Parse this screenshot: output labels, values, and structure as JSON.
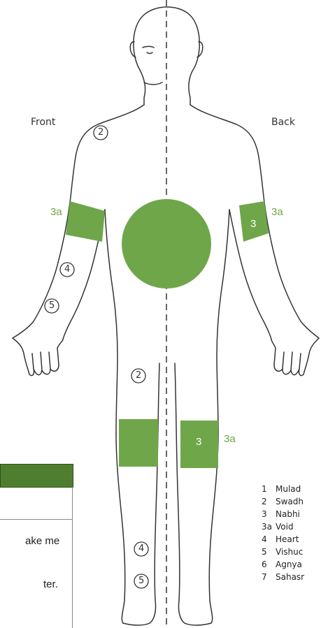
{
  "view_labels": {
    "front": "Front",
    "back": "Back"
  },
  "markers": {
    "front_shoulder": "2",
    "front_forearm_upper": "4",
    "front_forearm_lower": "5",
    "front_thigh": "2",
    "front_shin_upper": "4",
    "front_shin_lower": "5"
  },
  "highlight_labels": {
    "left_arm_side": "3a",
    "right_arm_inside": "3",
    "right_arm_side": "3a",
    "right_knee_inside": "3",
    "right_knee_side": "3a"
  },
  "table": {
    "header": "",
    "row1": "",
    "row2_line1": "ake me",
    "row2_line2": "ter."
  },
  "legend": [
    {
      "num": "1",
      "name": "Mulad"
    },
    {
      "num": "2",
      "name": "Swadh"
    },
    {
      "num": "3",
      "name": "Nabhi"
    },
    {
      "num": "3a",
      "name": "Void"
    },
    {
      "num": "4",
      "name": "Heart"
    },
    {
      "num": "5",
      "name": "Vishuc"
    },
    {
      "num": "6",
      "name": "Agnya"
    },
    {
      "num": "7",
      "name": "Sahasr"
    }
  ],
  "colors": {
    "highlight": "#6fa64a",
    "header": "#4f7f2e",
    "outline": "#333333"
  }
}
